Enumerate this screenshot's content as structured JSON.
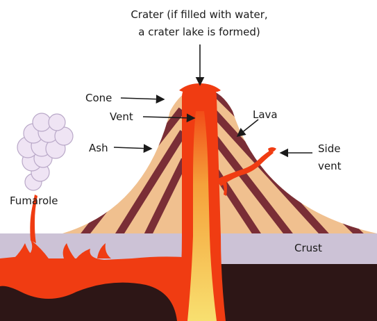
{
  "labels": {
    "crater_line1": "Crater (if filled with water,",
    "crater_line2": "a crater lake is formed)",
    "cone": "Cone",
    "vent": "Vent",
    "lava": "Lava",
    "ash": "Ash",
    "side_vent_line1": "Side",
    "side_vent_line2": "vent",
    "fumarole": "Fumarole",
    "crust": "Crust"
  },
  "colors": {
    "cone_light": "#f0c08f",
    "cone_stripe": "#7a2e36",
    "magma": "#f03c12",
    "vent_core": "#f6d55a",
    "crust": "#ccc2d6",
    "mantle": "#2d1616",
    "steam": "#efe4f4",
    "steam_edge": "#b9a8c8"
  },
  "icons": [
    "cloud-icon",
    "arrow-icon"
  ]
}
